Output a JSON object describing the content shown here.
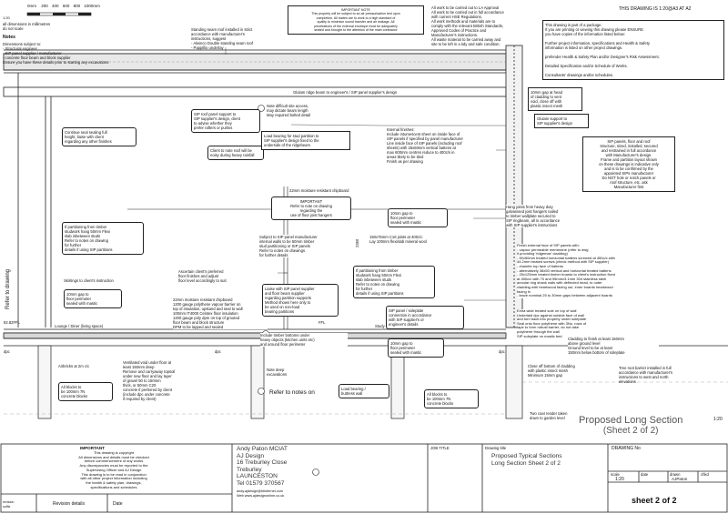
{
  "scale_bar": {
    "ticks": [
      "0mm",
      "200",
      "400",
      "600",
      "800",
      "1000mm"
    ],
    "ratio": "1:20"
  },
  "header": {
    "note_top": "all dimensions in millimetres\ndo not scale",
    "notes_title": "Notes",
    "notes_body": "Dimensions subject to:\n- Structural engineer\n- SIP panel supplier / manufacturer\n- concrete floor beam and block supplier\nEnsure you have these details prior to starting any excavations",
    "scale_note": "THIS DRAWING IS 1:20@A3 AT A2"
  },
  "notes_top": {
    "seam_roof": "Standing seam roof installed in strict\naccordance with manufacturer's\ninstructions, suggest\n- Alwinco Double standing seam roof\n- Pappillio underlay",
    "important_small": "IMPORTANT NOTE\nThis property will be subject to an air pressurisation test upon\ncompletion. All trades are to work to a high standard of\nquality to minimise sound transfer and air leakage. All\npenetrations of the external envelope must be adequately\nsealed and brought to the attention of the main contractor",
    "work_notes": "All work to be carried out to LA Approval\nAll work to be carried out in full accordance\nwith current HSE Regulations.\nAll work methods and materials are to\ncomply with the relevant British Standards,\nApproved Codes of Practice and\nManufacturer's instructions.\nAll waste material to be carried away and\nsite to be left in a tidy and safe condition.",
    "package": "This drawing is part of a package.\nIf you are printing or viewing this drawing please ENSURE\nyou have copies of the information listed below:\n\nFurther project information, specifications and Health & Safety\ninformation is listed on other project drawings.\n\nprefender Health & Safety Plan and/or Designer's Risk Assessment.\n\nDetailed Specification and/or Schedule of Works.\n\nConsultants' drawings and/or schedules."
  },
  "annotations": {
    "ridge": "Glulam ridge beam to engineer's / SIP panel supplier's design",
    "gap_head": "10mm gap at head\nof cladding to vent\nvoid, close off with\nplastic insect mesh",
    "glulam_support": "Glulam support to\nSIP supplier's design",
    "continue_sealing": "Continue seal sealing full\nheight, liaise with client\nregarding any other finishes",
    "sip_roof_panel": "SIP roof panel support to\nSIP supplier's design, client\nto advise whether they\nprefer rafters or purlins",
    "client_roof": "Client to note roof will be\nnoisy during heavy rainfall",
    "site_access": "Note difficult site access,\nmay dictate beam length\nMay required bolted detail",
    "loadbearing": "Load bearing for stud partition to\nSIP supplier's design fixed to the\nunderside of the ridgebeam",
    "internal": "Internal finishes:\nInclude intumescent sheet on inside face of\nSIP panels if specified by panel manufacturer\nLine inside face of SIP panels (including roof\nsheets) with 25x50mm vertical battens at\nmax 600mm centres reduce to 400c/s in\nareas likely to be tiled\nFinish as per drawing",
    "sip_floor_right": "SIP panels, floor and roof\nstructure, sized, installed, secured\nand restrained in full accordance\nwith Manufacturer's design.\nFrame and partition layout shown\non these drawings is indicative only\nand is to be confirmed by the\nappointed SIPs manufacturer\nDo NOT hole or notch panels or\nroof structure, etc. ask\nManufacturer first",
    "chipboard": "22mm moisture resistant chipboard",
    "important_floor": "IMPORTANT\nRefer to note on drawing\nregarding the\nuse of floor joist hangers",
    "gap_floor_top": "10mm gap to\nfloor perimeter\nsealed with mastic",
    "hang_joists": "Hang joists from heavy duty\ngalvanised joist hangers nailed\nto timber wallplate secured to\nSIP ringbeam, all in accordance\nwith SIP supplier's instructions",
    "partition_left": "If partitioning from timber\nstudwork hang 50mm Flexi\nslab inbetween studs\nRefer to notes on drawing\nfor further\ndetails if using SIP partitions",
    "subject_sip": "Subject to SIP panel manufacturer\ninternal walls to be 50mm timber\nstud partitioning or SIP panels\nRefer to notes on drawings\nfor further details",
    "joists": "150x75mm C16 joists at 400c/c\nLay 100mm flexislab mineral wool",
    "finish_external": "Finish external face of SIP panels with:\n- vapour permeable membrane (refer to dwg\n  if providing 'ridgemax' cladding)\n- 50x50mm treated horizontal battens screwed at 450c/c with\n  44.2mm treated screws (check method with SIP supplier)\n- chamfer top face of battens\n- alternatively 38x50 vertical and horizontal treated battens\n- 25x125mm treated timber boards to client's instruction fixed\n  at 450c/c with 70 and 95mmx3.1mm 304 stainless steel\n  annular ring shank nails with deflected head, to outer\n  cladding with heartwood facing out, inner boards heartwood\n  facing in\n- leave nominal 25 to 30mm gaps between adjacent boards",
    "extra_sole": "Extra wide treated sole on top of wall\nUnderlaid dpc against outside face of wall\nand turn back into property under soleplate\nSeal onto floor polythene with 3No. rows of\ntape to form robust barrier, do not take\npolythene through the wall\nSIP soleplate on mastic bed",
    "client_finishes": "Ascertain client's preferred\nfloor finishes and adjust\nfloor level accordingly to suit",
    "skirtings": "Skirtings to client's instruction",
    "gap_floor_left": "10mm gap to\nfloor perimeter\nsealed with mastic",
    "slab": "22mm moisture resistant chipboard\n1200 gauge polythene vapour barrier on\ntop of insulation, upstand and seal to wall\n100mm IT4000 Celotex floor insulation\n1200 gauge poly dpm on top of grouted\nfloor beam and block structure\nDPM to be lapped and sealed",
    "liaise_sip": "Liaise with SIP panel supplier\nand floor beam supplier\nregarding partition supports\nMethod shown here only to\nbe used on non-load\nbearing partitions",
    "partition_mid": "If partitioning from timber\nstudwork hang 50mm Flexi\nslab inbetween studs\nRefer to notes on drawing\nfor further\ndetails if using SIP partitions",
    "sip_soleplate": "SIP panel / soleplate\nconnection in accordance\nwith SIP supplier's or\nengineer's details",
    "gap_floor_mid": "10mm gap to\nfloor perimeter\nsealed with mastic",
    "cladding_finish": "Cladding to finish at least 150mm\nabove ground level\nGround level to be at least\n150mm below bottom of soleplate",
    "include_timber": "Include timber bottoms under\nheavy objects (kitchen units etc)\nand around floor perimeter",
    "close_off": "Close off bottom of cladding\nwith plastic insect mesh\nMinimum 15mm gap",
    "airbricks": "Airbricks at 2m c/c",
    "ventilated": "Ventilated void under floor at\nleast 150mm deep\nRemove and carryaway topsoil\nunder new floor and lay layer\nof gravel 50 to 150mm\nthick, or 50mm C20\nconcrete if preferred by client\n(include dpc under concrete\nif required by client)",
    "blocks_left": "All blocks to\nbe 100mm 7N\nconcrete blocks",
    "note_deep": "Note deep\nexcavations",
    "load_bearing_wall": "Load bearing /\nbuttress wall",
    "blocks_mid": "All blocks to\nbe 100mm 7N\nconcrete blocks",
    "refer_notes": "Refer to notes on",
    "two_coat": "Two coat render taken\ndown to garden level",
    "tree_root": "Tree root barrier installed in full\naccordance with manufacturer's\ninstructions to west and north\nelevations",
    "refer_drawing": "Refer to drawing",
    "lounge": "Lounge / Diner (living space)",
    "study": "Study",
    "level_left": "92.82FFL",
    "level_mid": "FFL",
    "dim_ffl": "2350",
    "dpc_left": "dpc",
    "dpc_mid": "dpc",
    "dpc_right": "dpc"
  },
  "sheet_title": {
    "main": "Proposed Long Section",
    "sub": "(Sheet 2 of 2)",
    "scale": "1:20"
  },
  "title_block": {
    "important_title": "IMPORTANT",
    "important_body": "This drawing is copyright\nAll dimensions and details must be checked\nbefore commencement of any works\nAny discrepancies must be reported to the\nSupervising Officer and AJ Design\nThis drawing is to be read in conjunction\nwith all other project information including\nthe health & safety plan, drawings,\nspecifications and schedules",
    "rev_label": "revision\nsuffix",
    "rev_details": "Revision details",
    "date": "Date",
    "company_lines": "Andy Paton MCIAT\nAJ Design\n16 Treburley Close\nTreburley\nLAUNCESTON\nTel 01579 370567",
    "email": "andy.ajdesign@btinternet.com\nWeb www.ajdesignonline.co.uk",
    "job_title_label": "JOB TITLE",
    "drawing_title_label": "Drawing title",
    "drawing_title": "Proposed Typical Sections\nLong Section Sheet 2 of 2",
    "drawing_no_label": "DRAWING No",
    "scale_label": "scale",
    "scale_val": "1:20",
    "date_label": "date",
    "drawn_label": "drawn",
    "drawn_val": "AJPaton",
    "chkd_label": "chkd",
    "sheet": "sheet 2 of 2"
  },
  "colors": {
    "line": "#222222",
    "hatch": "#8a8a8a",
    "insul": "#b0b0b0"
  }
}
